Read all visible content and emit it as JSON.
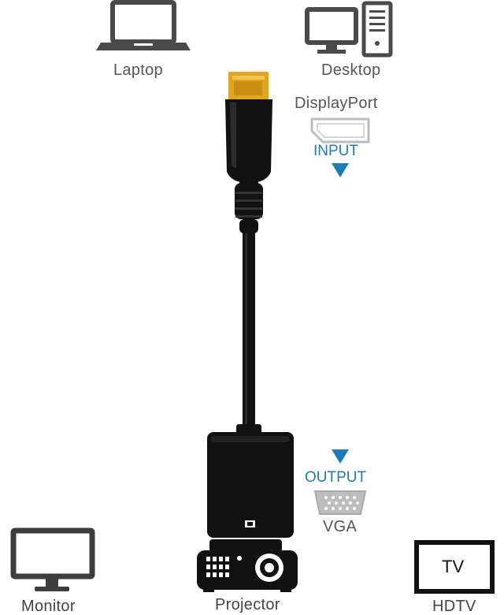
{
  "devices": {
    "laptop": "Laptop",
    "desktop": "Desktop",
    "monitor": "Monitor",
    "projector": "Projector",
    "hdtv": "HDTV",
    "tv_screen_text": "TV"
  },
  "input": {
    "port_name": "DisplayPort",
    "direction": "INPUT"
  },
  "output": {
    "direction": "OUTPUT",
    "port_name": "VGA"
  },
  "colors": {
    "icon_gray": "#4a4a4a",
    "accent_blue": "#1e7ab8",
    "connector_gold": "#e0a521",
    "cable_black": "#111111"
  }
}
